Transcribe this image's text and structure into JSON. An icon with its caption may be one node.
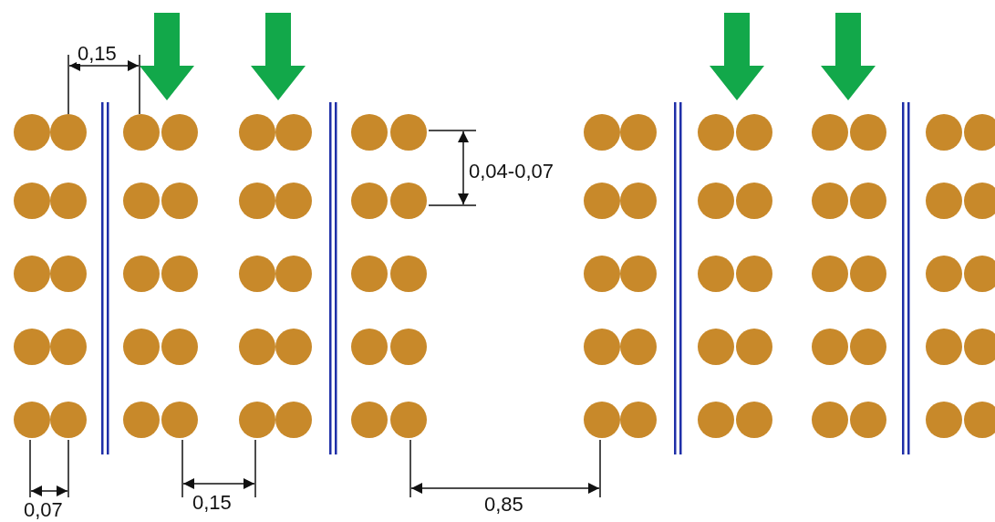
{
  "diagram": {
    "labels": [
      "0,15",
      "0,04-0,07",
      "0,07",
      "0,15",
      "0,85"
    ]
  }
}
